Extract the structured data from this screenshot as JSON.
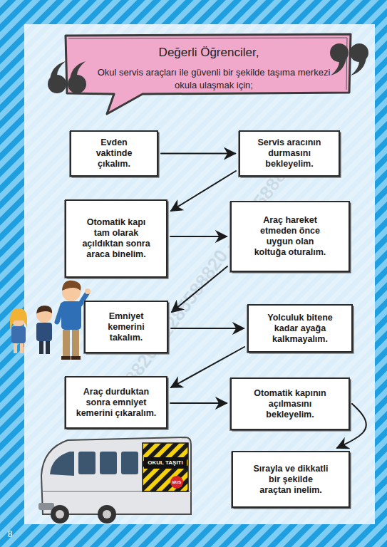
{
  "diagram": {
    "title": "Değerli Öğrenciler,",
    "nodes": [
      {
        "text": [
          "Evden vaktinde çıkalım."
        ]
      },
      {
        "text": [
          "Servis aracının durmasını bekleyelim."
        ]
      },
      {
        "text": [
          "Otomatik kapı tam olarak açıldıktan sonra araca binelim."
        ]
      },
      {
        "text": [
          "Araç hareket etmeden önce uygun olan koltuğa oturalım."
        ]
      },
      {
        "text": [
          "Emniyet kemerini takalım."
        ]
      },
      {
        "text": [
          "Yolculuk bitene kadar ayağa kalkmayalım."
        ]
      },
      {
        "text": [
          "Araç durduktan sonra emniyet kemerini çıkaralım."
        ]
      },
      {
        "text": [
          "Otomatik kapının açılmasını bekleyelim."
        ]
      },
      {
        "text": [
          "Sırayla ve dikkatli bir şekilde araçtan inelim."
        ]
      }
    ],
    "edges": [
      {
        "from": 0,
        "to": 1,
        "arrow": "to"
      },
      {
        "from": 1,
        "to": 2,
        "arrow": "to"
      },
      {
        "from": 2,
        "to": 3,
        "arrow": "to"
      },
      {
        "from": 3,
        "to": 4,
        "arrow": "to"
      },
      {
        "from": 4,
        "to": 5,
        "arrow": "to"
      },
      {
        "from": 5,
        "to": 6,
        "arrow": "to"
      },
      {
        "from": 6,
        "to": 7,
        "arrow": "to"
      },
      {
        "from": 7,
        "to": 8,
        "arrow": "to"
      }
    ],
    "labels": [
      "Okul servis araçları ile güvenli bir şekilde taşıma merkezi okula ulaşmak için;",
      "OKUL TAŞITI",
      "BUS",
      "8",
      "05588820 - 1285588820 - 1285588820"
    ]
  }
}
